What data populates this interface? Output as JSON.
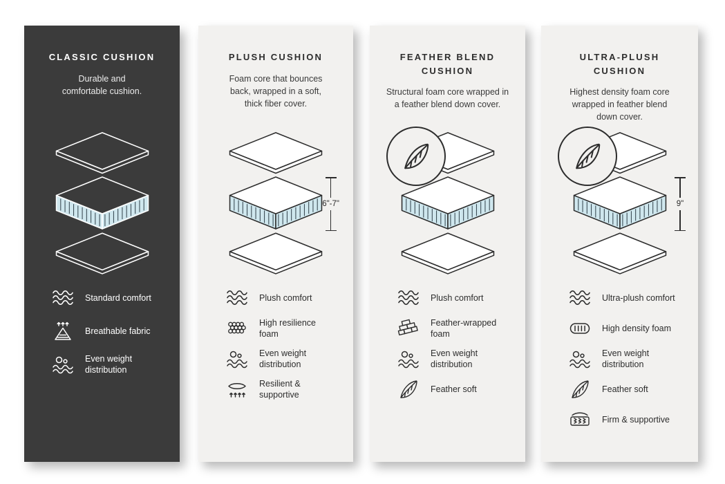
{
  "page": {
    "background": "#ffffff"
  },
  "colors": {
    "dark_card": "#3b3b3b",
    "light_card": "#f2f1ef",
    "foam_blue": "#cfe7ee",
    "ink": "#2d2d2d"
  },
  "cards": [
    {
      "title": "CLASSIC CUSHION",
      "description": "Durable and\ncomfortable cushion.",
      "theme": "dark",
      "feather_badge": false,
      "dimension_label": "",
      "features": [
        {
          "icon": "waves-icon",
          "label": "Standard comfort"
        },
        {
          "icon": "breathable-icon",
          "label": "Breathable fabric"
        },
        {
          "icon": "weight-distribution-icon",
          "label": "Even weight\ndistribution"
        }
      ]
    },
    {
      "title": "PLUSH CUSHION",
      "description": "Foam core that bounces\nback, wrapped in a soft,\nthick fiber cover.",
      "theme": "light",
      "feather_badge": false,
      "dimension_label": "6\"-7\"",
      "features": [
        {
          "icon": "waves-icon",
          "label": "Plush comfort"
        },
        {
          "icon": "foam-cells-icon",
          "label": "High resilience\nfoam"
        },
        {
          "icon": "weight-distribution-icon",
          "label": "Even weight\ndistribution"
        },
        {
          "icon": "spring-icon",
          "label": "Resilient &\nsupportive"
        }
      ]
    },
    {
      "title": "FEATHER BLEND\nCUSHION",
      "description": "Structural foam core wrapped in\na feather blend down cover.",
      "theme": "light",
      "feather_badge": true,
      "dimension_label": "",
      "features": [
        {
          "icon": "waves-icon",
          "label": "Plush comfort"
        },
        {
          "icon": "bricks-icon",
          "label": "Feather-wrapped\nfoam"
        },
        {
          "icon": "weight-distribution-icon",
          "label": "Even weight\ndistribution"
        },
        {
          "icon": "feather-icon",
          "label": "Feather soft"
        }
      ]
    },
    {
      "title": "ULTRA-PLUSH\nCUSHION",
      "description": "Highest density foam core\nwrapped in feather blend\ndown cover.",
      "theme": "light",
      "feather_badge": true,
      "dimension_label": "9\"",
      "features": [
        {
          "icon": "waves-icon",
          "label": "Ultra-plush comfort"
        },
        {
          "icon": "density-icon",
          "label": "High density foam"
        },
        {
          "icon": "weight-distribution-icon",
          "label": "Even weight\ndistribution"
        },
        {
          "icon": "feather-icon",
          "label": "Feather soft"
        },
        {
          "icon": "coils-icon",
          "label": "Firm & supportive"
        }
      ]
    }
  ]
}
